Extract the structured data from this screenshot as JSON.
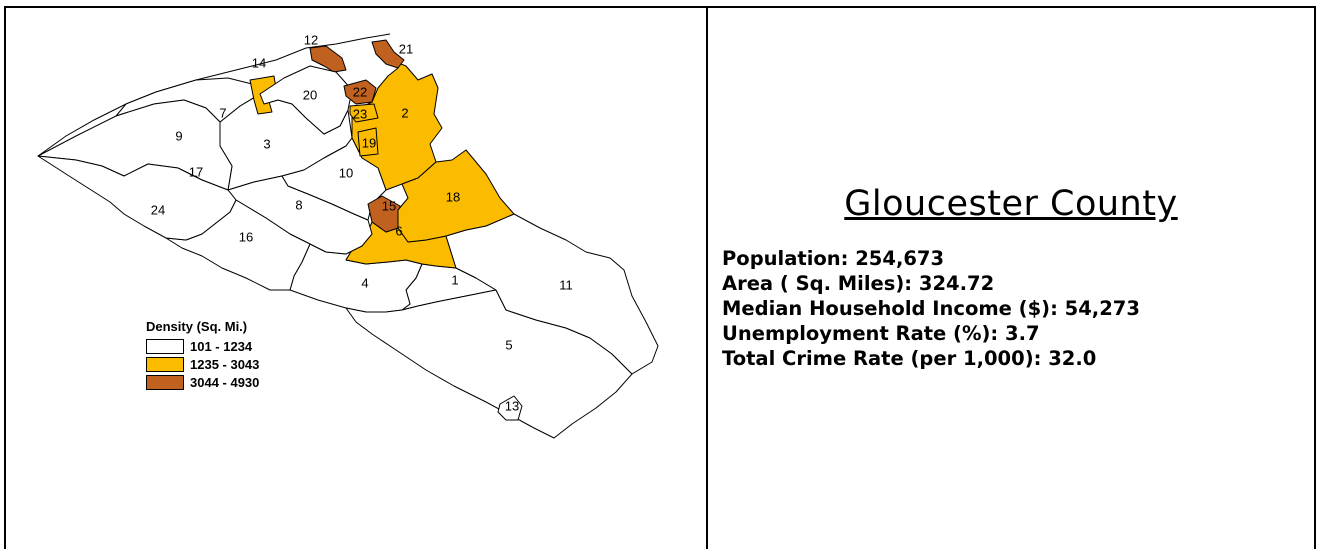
{
  "map": {
    "colors": {
      "low": "#ffffff",
      "mid": "#fbbc00",
      "high": "#c0611f"
    },
    "regions": [
      {
        "id": "1",
        "class": "low"
      },
      {
        "id": "2",
        "class": "mid"
      },
      {
        "id": "3",
        "class": "low"
      },
      {
        "id": "4",
        "class": "low"
      },
      {
        "id": "5",
        "class": "low"
      },
      {
        "id": "6",
        "class": "mid"
      },
      {
        "id": "7",
        "class": "low"
      },
      {
        "id": "8",
        "class": "low"
      },
      {
        "id": "9",
        "class": "low"
      },
      {
        "id": "10",
        "class": "low"
      },
      {
        "id": "11",
        "class": "low"
      },
      {
        "id": "12",
        "class": "high"
      },
      {
        "id": "13",
        "class": "low"
      },
      {
        "id": "14",
        "class": "mid"
      },
      {
        "id": "15",
        "class": "high"
      },
      {
        "id": "16",
        "class": "low"
      },
      {
        "id": "17",
        "class": "mid"
      },
      {
        "id": "18",
        "class": "mid"
      },
      {
        "id": "19",
        "class": "mid"
      },
      {
        "id": "20",
        "class": "low"
      },
      {
        "id": "21",
        "class": "high"
      },
      {
        "id": "22",
        "class": "high"
      },
      {
        "id": "23",
        "class": "mid"
      },
      {
        "id": "24",
        "class": "low"
      }
    ]
  },
  "legend": {
    "title": "Density (Sq. Mi.)",
    "items": [
      {
        "label": "101 - 1234",
        "color": "#ffffff"
      },
      {
        "label": "1235 - 3043",
        "color": "#fbbc00"
      },
      {
        "label": "3044 - 4930",
        "color": "#c0611f"
      }
    ]
  },
  "county": {
    "name": "Gloucester County",
    "stats": [
      "Population: 254,673",
      "Area ( Sq. Miles): 324.72",
      "Median Household Income ($): 54,273",
      "Unemployment Rate (%): 3.7",
      "Total Crime Rate (per 1,000): 32.0"
    ]
  }
}
